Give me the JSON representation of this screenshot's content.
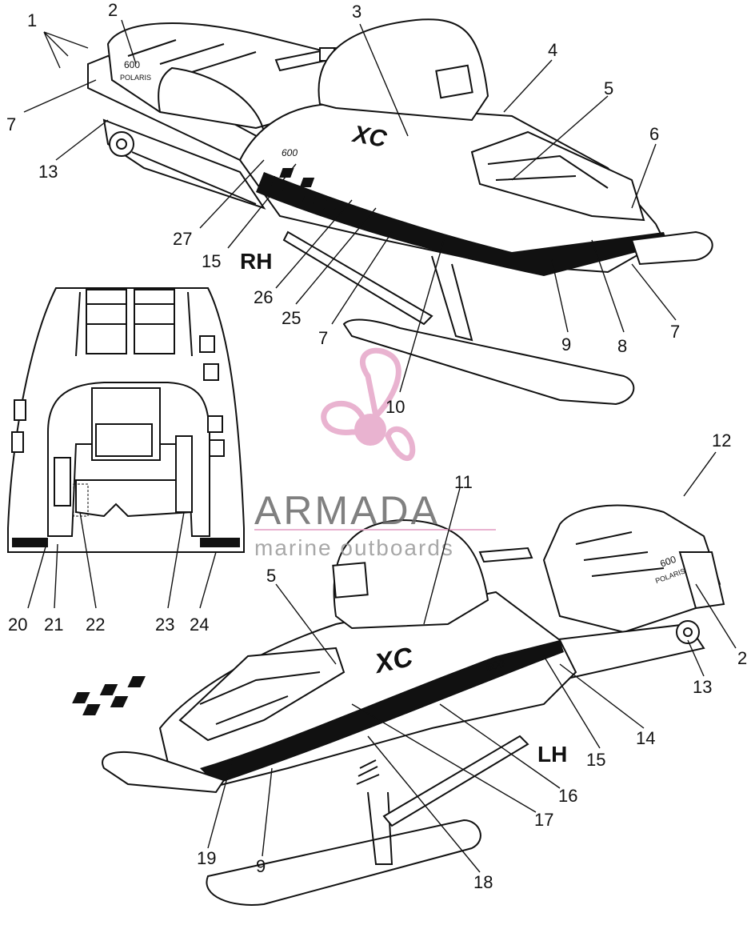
{
  "diagram": {
    "side_labels": {
      "rh": "RH",
      "lh": "LH"
    },
    "callouts": [
      {
        "id": "c1",
        "text": "1"
      },
      {
        "id": "c2a",
        "text": "2"
      },
      {
        "id": "c3",
        "text": "3"
      },
      {
        "id": "c4",
        "text": "4"
      },
      {
        "id": "c5a",
        "text": "5"
      },
      {
        "id": "c6",
        "text": "6"
      },
      {
        "id": "c7a",
        "text": "7"
      },
      {
        "id": "c13a",
        "text": "13"
      },
      {
        "id": "c27",
        "text": "27"
      },
      {
        "id": "c15a",
        "text": "15"
      },
      {
        "id": "c26",
        "text": "26"
      },
      {
        "id": "c25",
        "text": "25"
      },
      {
        "id": "c7b",
        "text": "7"
      },
      {
        "id": "c9a",
        "text": "9"
      },
      {
        "id": "c8",
        "text": "8"
      },
      {
        "id": "c7c",
        "text": "7"
      },
      {
        "id": "c10",
        "text": "10"
      },
      {
        "id": "c12",
        "text": "12"
      },
      {
        "id": "c11",
        "text": "11"
      },
      {
        "id": "c20",
        "text": "20"
      },
      {
        "id": "c21",
        "text": "21"
      },
      {
        "id": "c22",
        "text": "22"
      },
      {
        "id": "c23",
        "text": "23"
      },
      {
        "id": "c24",
        "text": "24"
      },
      {
        "id": "c5b",
        "text": "5"
      },
      {
        "id": "c2b",
        "text": "2"
      },
      {
        "id": "c13b",
        "text": "13"
      },
      {
        "id": "c14",
        "text": "14"
      },
      {
        "id": "c15b",
        "text": "15"
      },
      {
        "id": "c16",
        "text": "16"
      },
      {
        "id": "c17",
        "text": "17"
      },
      {
        "id": "c19",
        "text": "19"
      },
      {
        "id": "c9b",
        "text": "9"
      },
      {
        "id": "c18",
        "text": "18"
      }
    ],
    "decal_text": {
      "model": "600",
      "brand": "POLARIS",
      "xc": "XC"
    }
  },
  "watermark": {
    "title": "ARMADA",
    "subtitle": "marine outboards",
    "color": "#e6a6c8"
  }
}
